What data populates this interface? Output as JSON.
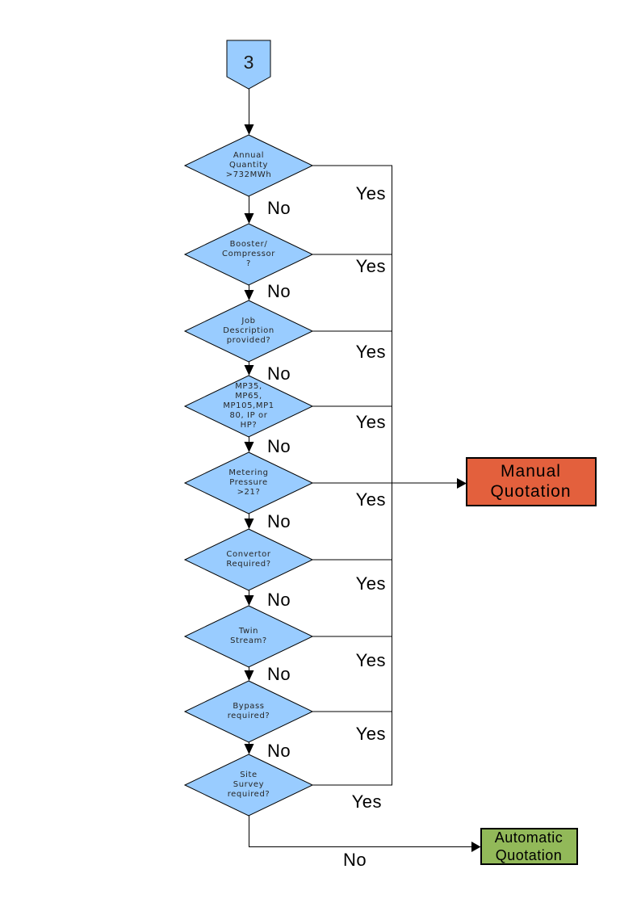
{
  "flowchart": {
    "offpage_connector": {
      "label": "3"
    },
    "decisions": [
      {
        "label": "Annual\nQuantity\n>732MWh",
        "yes_label": "Yes",
        "no_label": "No"
      },
      {
        "label": "Booster/\nCompressor\n?",
        "yes_label": "Yes",
        "no_label": "No"
      },
      {
        "label": "Job\nDescription\nprovided?",
        "yes_label": "Yes",
        "no_label": "No"
      },
      {
        "label": "MP35,\nMP65,\nMP105,MP1\n80, IP or\nHP?",
        "yes_label": "Yes",
        "no_label": "No"
      },
      {
        "label": "Metering\nPressure\n>21?",
        "yes_label": "Yes",
        "no_label": "No"
      },
      {
        "label": "Convertor\nRequired?",
        "yes_label": "Yes",
        "no_label": "No"
      },
      {
        "label": "Twin\nStream?",
        "yes_label": "Yes",
        "no_label": "No"
      },
      {
        "label": "Bypass\nrequired?",
        "yes_label": "Yes",
        "no_label": "No"
      },
      {
        "label": "Site\nSurvey\nrequired?",
        "yes_label": "Yes",
        "no_label": "No"
      }
    ],
    "outcomes": {
      "manual_quotation": {
        "label": "Manual\nQuotation",
        "fill": "#E3603D"
      },
      "automatic_quotation": {
        "label": "Automatic\nQuotation",
        "fill": "#92B959"
      }
    },
    "colors": {
      "decision_fill": "#99CCFF",
      "connector_fill": "#99CCFF",
      "line": "#000000"
    }
  }
}
